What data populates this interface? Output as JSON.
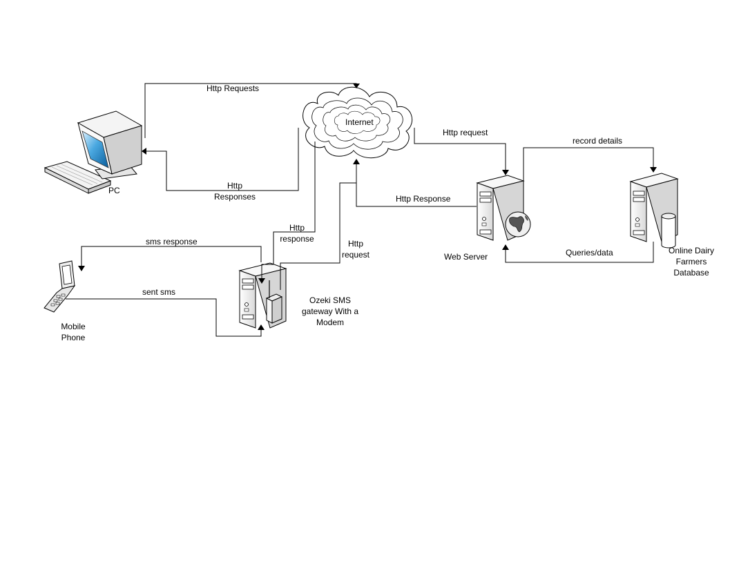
{
  "nodes": {
    "pc": "PC",
    "internet": "Internet",
    "web_server": "Web Server",
    "database": [
      "Online Dairy",
      "Farmers",
      "Database"
    ],
    "gateway": [
      "Ozeki SMS",
      "gateway With a",
      "Modem"
    ],
    "mobile": [
      "Mobile",
      "Phone"
    ]
  },
  "edges": {
    "http_requests": "Http Requests",
    "http_responses": [
      "Http",
      "Responses"
    ],
    "http_request_ws": "Http request",
    "http_response_ws": "Http Response",
    "record_details": "record details",
    "queries_data": "Queries/data",
    "gw_http_response": [
      "Http",
      "response"
    ],
    "gw_http_request": [
      "Http",
      "request"
    ],
    "sms_response": "sms response",
    "sent_sms": "sent sms"
  },
  "colors": {
    "line": "#000000",
    "screen": "#2a8fd0",
    "server_body": "#f2f2f2"
  }
}
